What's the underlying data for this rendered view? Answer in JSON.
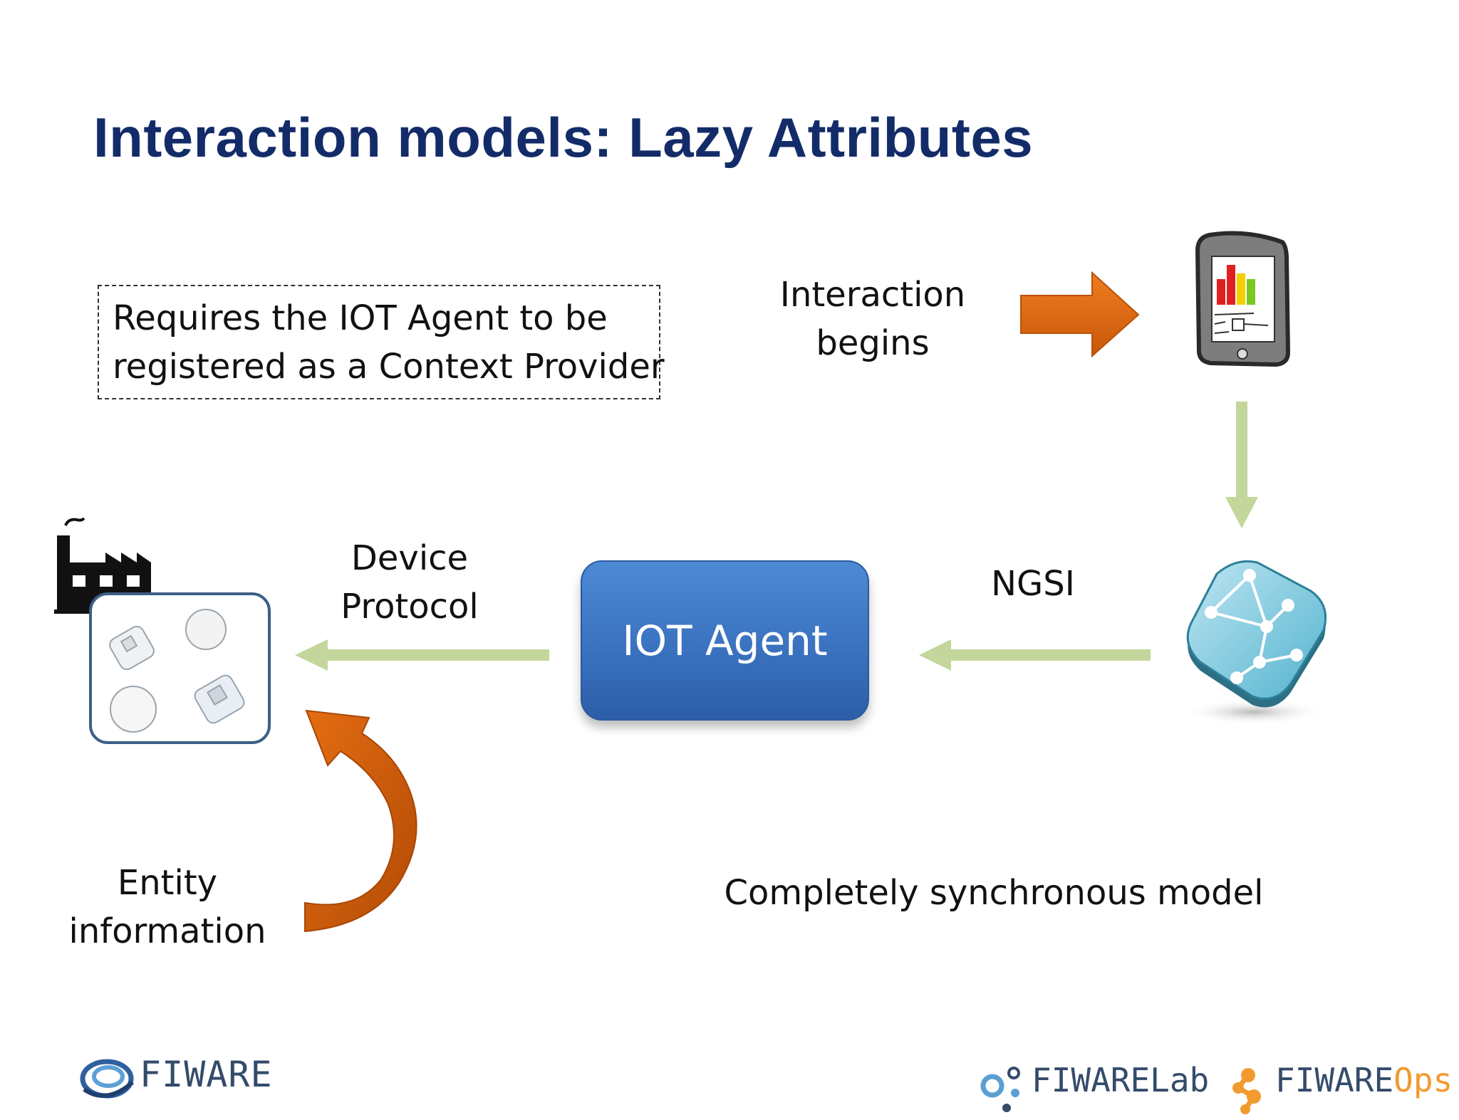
{
  "slide": {
    "title": "Interaction models: Lazy Attributes",
    "note": {
      "line1": "Requires the IOT Agent to be",
      "line2": "registered as a Context Provider"
    },
    "labels": {
      "interaction_line1": "Interaction",
      "interaction_line2": "begins",
      "device_line1": "Device",
      "device_line2": "Protocol",
      "ngsi": "NGSI",
      "entity_line1": "Entity",
      "entity_line2": "information",
      "sync_model": "Completely synchronous model"
    },
    "iot_agent_label": "IOT Agent"
  },
  "footer": {
    "fiware_logo_text": "FIWARE",
    "fiware_lab_main": "FIWARE",
    "fiware_lab_suffix": "Lab",
    "fiware_ops_main": "FIWARE",
    "fiware_ops_suffix": "Ops"
  },
  "colors": {
    "title": "#132c69",
    "orange_arrow": "#e0670f",
    "green_arrow": "#c3d69b",
    "iot_box": "#3a72c0",
    "device_box_border": "#3e5f86",
    "logo_text": "#344b6b",
    "ops_accent": "#f29a2e"
  },
  "icons": {
    "phone": "smartphone-chart-icon",
    "broker": "context-broker-icon",
    "factory": "factory-icon",
    "devices": "smart-plugs-icon"
  }
}
